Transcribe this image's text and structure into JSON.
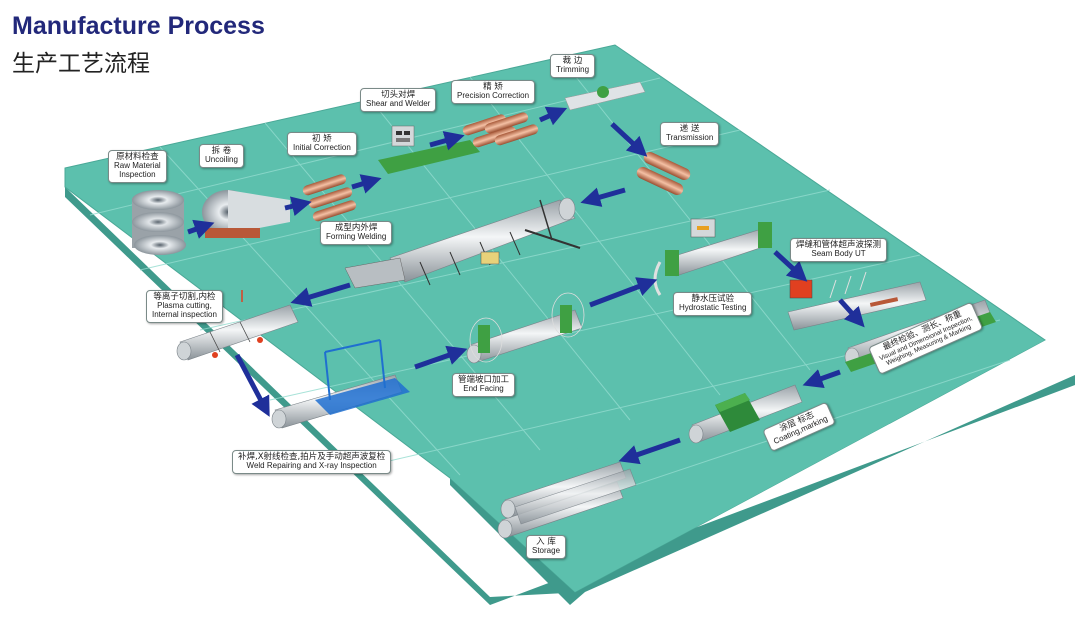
{
  "header": {
    "title_en": "Manufacture Process",
    "title_cn": "生产工艺流程"
  },
  "steps": [
    {
      "id": "raw",
      "cn": "原材料检查",
      "en": "Raw Material\nInspection"
    },
    {
      "id": "uncoil",
      "cn": "拆 卷",
      "en": "Uncoiling"
    },
    {
      "id": "initial",
      "cn": "初 矫",
      "en": "Initial Correction"
    },
    {
      "id": "shear",
      "cn": "切头对焊",
      "en": "Shear and Welder"
    },
    {
      "id": "precision",
      "cn": "精 矫",
      "en": "Precision Correction"
    },
    {
      "id": "trimming",
      "cn": "裁 边",
      "en": "Trimming"
    },
    {
      "id": "transmission",
      "cn": "递 送",
      "en": "Transmission"
    },
    {
      "id": "forming",
      "cn": "成型内外焊",
      "en": "Forming Welding"
    },
    {
      "id": "plasma",
      "cn": "等离子切割,内检",
      "en": "Plasma cutting,\nInternal inspection"
    },
    {
      "id": "hydro",
      "cn": "静水压试验",
      "en": "Hydrostatic Testing"
    },
    {
      "id": "seam",
      "cn": "焊缝和管体超声波探测",
      "en": "Seam Body UT"
    },
    {
      "id": "endfacing",
      "cn": "管端坡口加工",
      "en": "End Facing"
    },
    {
      "id": "repair",
      "cn": "补焊,X射线检查,拍片及手动超声波复检",
      "en": "Weld Repairing and X-ray Inspection"
    },
    {
      "id": "final",
      "cn": "最终检验、测长、称重",
      "en": "Visual and Dimensional Inspection,\nWeighing, Measuring & Marking"
    },
    {
      "id": "coating",
      "cn": "涂层 标志",
      "en": "Coating,marking"
    },
    {
      "id": "storage",
      "cn": "入 库",
      "en": "Storage"
    }
  ],
  "colors": {
    "platform": "#5cc0ad",
    "platform_side": "#3f9a8c",
    "grid": "#8fd8cb",
    "arrow": "#1f2f9a",
    "title": "#22287a"
  }
}
